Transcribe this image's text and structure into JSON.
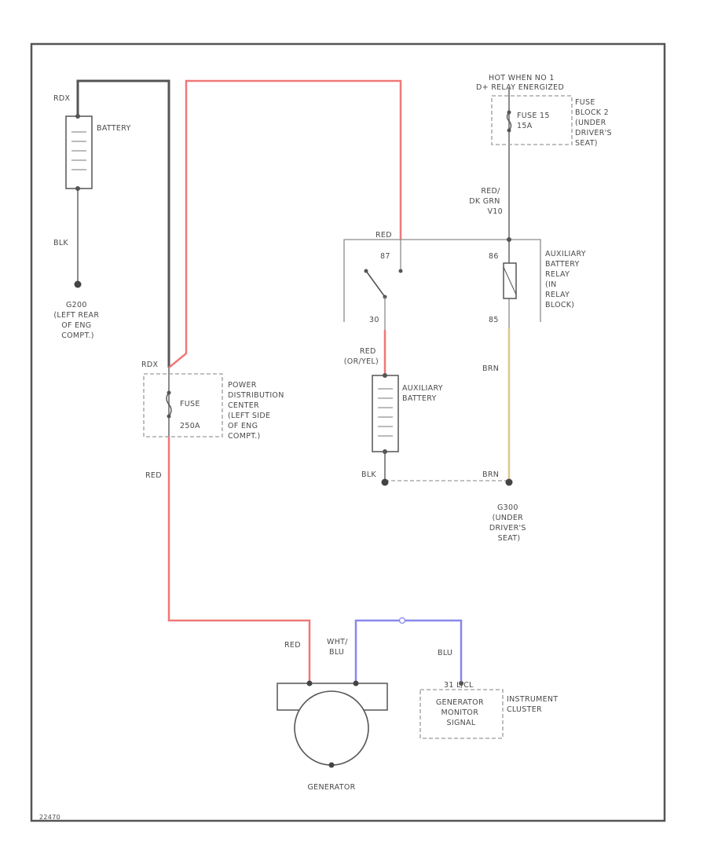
{
  "diagram_id": "22470",
  "colors": {
    "red_wire": "#ef7878",
    "black_wire": "#555555",
    "blue_wire": "#8888ee",
    "brown_wire": "#dcc88c",
    "grey_wire": "#8c8c8c",
    "frame": "#555555"
  },
  "labels": {
    "battery_top_wire": "RDX",
    "battery": "BATTERY",
    "battery_ground_wire": "BLK",
    "ground_g200": [
      "G200",
      "(LEFT REAR",
      "OF ENG",
      "COMPT.)"
    ],
    "pdc_in_wire": "RDX",
    "pdc_fuse": [
      "FUSE",
      "250A"
    ],
    "pdc": [
      "POWER",
      "DISTRIBUTION",
      "CENTER",
      "(LEFT SIDE",
      "OF ENG",
      "COMPT.)"
    ],
    "pdc_out_wire": "RED",
    "hot_when": [
      "HOT WHEN NO 1",
      "D+ RELAY ENERGIZED"
    ],
    "fuse_15": [
      "FUSE 15",
      "15A"
    ],
    "fuse_block": [
      "FUSE",
      "BLOCK 2",
      "(UNDER",
      "DRIVER'S",
      "SEAT)"
    ],
    "relay_feed_wire": [
      "RED/",
      "DK GRN",
      "V10"
    ],
    "relay_red_wire": "RED",
    "pin_87": "87",
    "pin_30": "30",
    "pin_86": "86",
    "pin_85": "85",
    "relay": [
      "AUXILIARY",
      "BATTERY",
      "RELAY",
      "(IN",
      "RELAY",
      "BLOCK)"
    ],
    "aux_wire": [
      "RED",
      "(OR/YEL)"
    ],
    "aux_battery": [
      "AUXILIARY",
      "BATTERY"
    ],
    "aux_ground_wire": "BLK",
    "relay_out_wire": "BRN",
    "g300_wire": "BRN",
    "ground_g300": [
      "G300",
      "(UNDER",
      "DRIVER'S",
      "SEAT)"
    ],
    "gen_red_wire": "RED",
    "gen_signal_wire": [
      "WHT/",
      "BLU"
    ],
    "cluster_wire": "BLU",
    "cluster_pin": "31 L/CL",
    "gen_signal": [
      "GENERATOR",
      "MONITOR",
      "SIGNAL"
    ],
    "cluster": [
      "INSTRUMENT",
      "CLUSTER"
    ],
    "generator": "GENERATOR"
  }
}
